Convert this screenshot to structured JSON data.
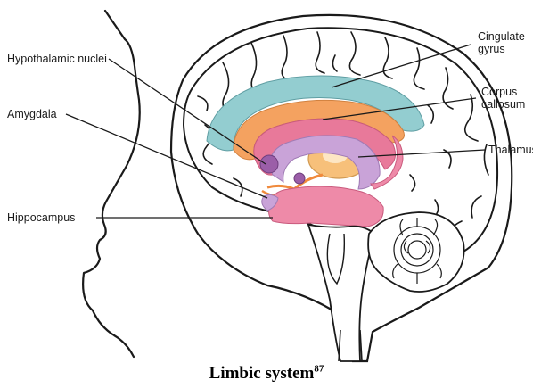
{
  "labels": {
    "cingulate_gyrus": "Cingulate\ngyrus",
    "corpus_callosum": "Corpus\ncallosum",
    "thalamus": "Thalamus",
    "hypothalamic_nuclei": "Hypothalamic nuclei",
    "amygdala": "Amygdala",
    "hippocampus": "Hippocampus"
  },
  "caption": {
    "text": "Limbic system",
    "superscript": "87"
  },
  "colors": {
    "cingulate_gyrus": "#93cdd0",
    "corpus_callosum": "#f4a260",
    "fornix": "#e8799a",
    "thalamus": "#f7c07a",
    "hypothalamic_nuclei": "#9b5ea8",
    "hippocampus": "#ee8aa8",
    "lavender_tract": "#c9a3d8",
    "outline": "#1a1a1a"
  }
}
